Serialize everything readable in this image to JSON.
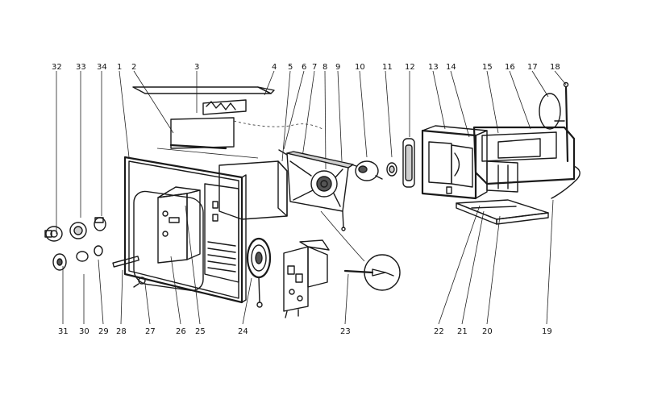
{
  "labels": {
    "top": [
      {
        "id": "l32",
        "text": "32"
      },
      {
        "id": "l33",
        "text": "33"
      },
      {
        "id": "l34",
        "text": "34"
      },
      {
        "id": "l1",
        "text": "1"
      },
      {
        "id": "l2",
        "text": "2"
      },
      {
        "id": "l3",
        "text": "3"
      },
      {
        "id": "l4",
        "text": "4"
      },
      {
        "id": "l5",
        "text": "5"
      },
      {
        "id": "l6",
        "text": "6"
      },
      {
        "id": "l7",
        "text": "7"
      },
      {
        "id": "l8",
        "text": "8"
      },
      {
        "id": "l9",
        "text": "9"
      },
      {
        "id": "l10",
        "text": "10"
      },
      {
        "id": "l11",
        "text": "11"
      },
      {
        "id": "l12",
        "text": "12"
      },
      {
        "id": "l13",
        "text": "13"
      },
      {
        "id": "l14",
        "text": "14"
      },
      {
        "id": "l15",
        "text": "15"
      },
      {
        "id": "l16",
        "text": "16"
      },
      {
        "id": "l17",
        "text": "17"
      },
      {
        "id": "l18",
        "text": "18"
      }
    ],
    "bottom": [
      {
        "id": "l31",
        "text": "31"
      },
      {
        "id": "l30",
        "text": "30"
      },
      {
        "id": "l29",
        "text": "29"
      },
      {
        "id": "l28",
        "text": "28"
      },
      {
        "id": "l27",
        "text": "27"
      },
      {
        "id": "l26",
        "text": "26"
      },
      {
        "id": "l25",
        "text": "25"
      },
      {
        "id": "l24",
        "text": "24"
      },
      {
        "id": "l23",
        "text": "23"
      },
      {
        "id": "l22",
        "text": "22"
      },
      {
        "id": "l21",
        "text": "21"
      },
      {
        "id": "l20",
        "text": "20"
      },
      {
        "id": "l19",
        "text": "19"
      }
    ]
  }
}
